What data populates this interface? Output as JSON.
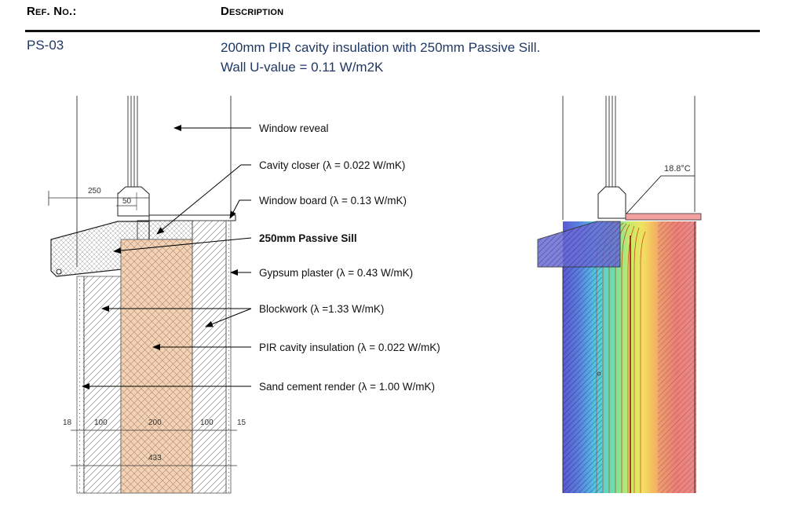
{
  "header": {
    "ref_label": "Ref. No.:",
    "description_label": "Description"
  },
  "entry": {
    "ref": "PS-03",
    "description_line1": "200mm PIR cavity insulation with 250mm Passive Sill.",
    "description_line2": "Wall U-value = 0.11 W/m2K"
  },
  "labels": {
    "window_reveal": "Window reveal",
    "cavity_closer": "Cavity closer (λ = 0.022 W/mK)",
    "window_board": "Window board (λ = 0.13 W/mK)",
    "passive_sill": "250mm Passive Sill",
    "gypsum_plaster": "Gypsum plaster (λ = 0.43 W/mK)",
    "blockwork": "Blockwork (λ =1.33 W/mK)",
    "pir_insulation": "PIR cavity insulation (λ = 0.022 W/mK)",
    "render": "Sand cement render (λ = 1.00 W/mK)"
  },
  "dimensions": {
    "sill_depth": "250",
    "frame_offset": "50",
    "render": "18",
    "outer_block": "100",
    "cavity": "200",
    "inner_block": "100",
    "plaster": "15",
    "total": "433"
  },
  "thermal": {
    "surface_temp": "18.8°C"
  },
  "colors": {
    "text_blue": "#1f3864",
    "insulation": "#f6d2b4",
    "cold": "#6a6ad8",
    "warm": "#ef8a8a"
  }
}
